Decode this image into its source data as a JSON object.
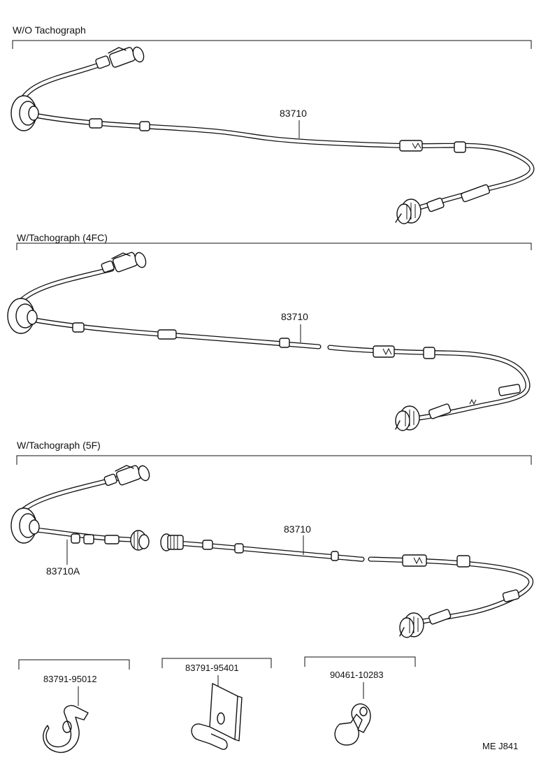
{
  "sections": [
    {
      "title": "W/O Tachograph",
      "part_label": "83710"
    },
    {
      "title": "W/Tachograph (4FC)",
      "part_label": "83710"
    },
    {
      "title": "W/Tachograph (5F)",
      "part_label": "83710",
      "sub_part_label": "83710A"
    }
  ],
  "clamps": [
    {
      "part_number": "83791-95012"
    },
    {
      "part_number": "83791-95401"
    },
    {
      "part_number": "90461-10283"
    }
  ],
  "figure_code": "ME J841"
}
